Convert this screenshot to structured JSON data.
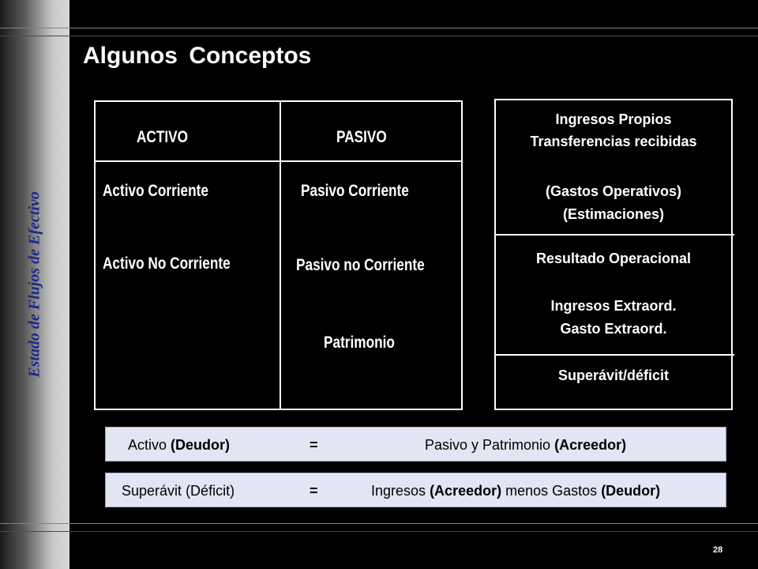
{
  "sidebar": {
    "title": "Estado de Flujos de Efectivo"
  },
  "slide": {
    "title": "Algunos Conceptos",
    "page_number": "28"
  },
  "balance_sheet": {
    "activo_header": "ACTIVO",
    "pasivo_header": "PASIVO",
    "activo_items": [
      "Activo Corriente",
      "Activo No Corriente"
    ],
    "pasivo_items": [
      "Pasivo Corriente",
      "Pasivo no Corriente",
      "Patrimonio"
    ]
  },
  "income_statement": {
    "section1": [
      "Ingresos Propios",
      "Transferencias recibidas",
      "(Gastos Operativos)",
      "(Estimaciones)"
    ],
    "section2": [
      "Resultado Operacional",
      "Ingresos Extraord.",
      "Gasto Extraord."
    ],
    "section3": [
      "Superávit/déficit"
    ]
  },
  "equations": [
    {
      "left_text": "Activo",
      "left_bold": "(Deudor)",
      "equals": "=",
      "right_text": "Pasivo y Patrimonio",
      "right_bold": "(Acreedor)"
    },
    {
      "left_text": "Superávit",
      "left_paren": "(Déficit)",
      "equals": "=",
      "right_text1": "Ingresos",
      "right_bold1": "(Acreedor)",
      "right_text2": "menos Gastos",
      "right_bold2": "(Deudor)"
    }
  ]
}
